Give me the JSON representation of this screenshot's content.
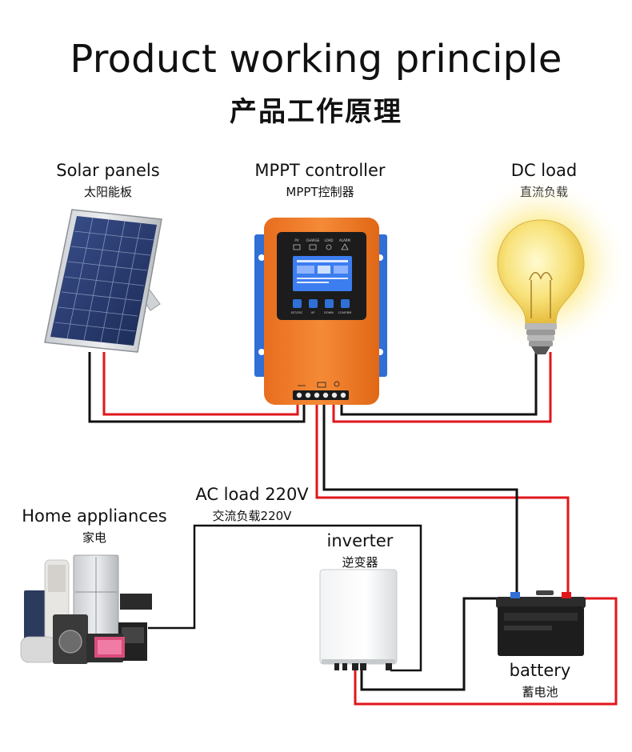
{
  "title": "Product working principle",
  "subtitle": "产品工作原理",
  "components": {
    "solar": {
      "label": "Solar panels",
      "label_zh": "太阳能板"
    },
    "controller": {
      "label": "MPPT controller",
      "label_zh": "MPPT控制器",
      "indicators": [
        "PV",
        "CHARGE",
        "LOAD",
        "ALARM"
      ],
      "buttons": [
        "SET/ESC",
        "UP",
        "DOWN",
        "CONFIRM"
      ]
    },
    "dc_load": {
      "label": "DC load",
      "label_zh": "直流负载"
    },
    "home": {
      "label": "Home appliances",
      "label_zh": "家电"
    },
    "ac_load": {
      "label": "AC load 220V",
      "label_zh": "交流负载220V"
    },
    "inverter": {
      "label": "inverter",
      "label_zh": "逆变器"
    },
    "battery": {
      "label": "battery",
      "label_zh": "蓄电池"
    }
  },
  "colors": {
    "positive_wire": "#e0161b",
    "negative_wire": "#111111",
    "controller_body": "#f07a28",
    "controller_panel": "#1c1c1c",
    "screen": "#3c7df0",
    "bracket": "#2f6fd6"
  }
}
